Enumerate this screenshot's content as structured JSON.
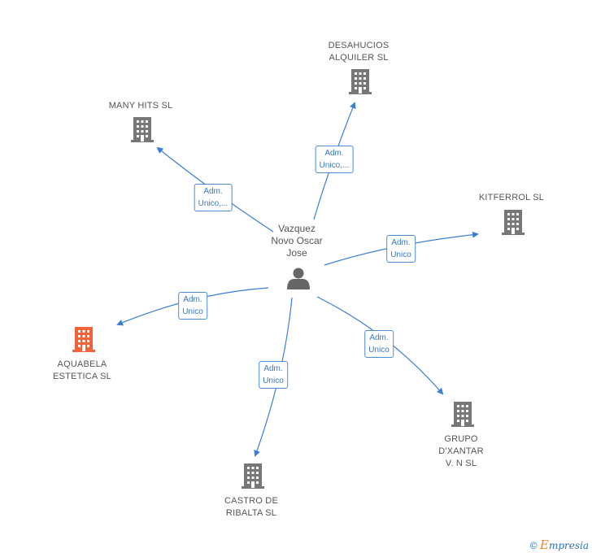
{
  "person": {
    "name": "Vazquez\nNovo Oscar\nJose"
  },
  "companies": [
    {
      "key": "desahucios",
      "name": "DESAHUCIOS\nALQUILER SL",
      "role": "Adm.\nUnico,...",
      "color": "#777777"
    },
    {
      "key": "manyhits",
      "name": "MANY HITS  SL",
      "role": "Adm.\nUnico,...",
      "color": "#777777"
    },
    {
      "key": "kitferrol",
      "name": "KITFERROL  SL",
      "role": "Adm.\nUnico",
      "color": "#777777"
    },
    {
      "key": "aquabela",
      "name": "AQUABELA\nESTETICA  SL",
      "role": "Adm.\nUnico",
      "color": "#f0643a"
    },
    {
      "key": "grupo",
      "name": "GRUPO\nD'XANTAR\nV. N SL",
      "role": "Adm.\nUnico",
      "color": "#777777"
    },
    {
      "key": "castro",
      "name": "CASTRO DE\nRIBALTA  SL",
      "role": "Adm.\nUnico",
      "color": "#777777"
    }
  ],
  "colors": {
    "edge": "#3a7fd5",
    "building": "#777777",
    "highlight": "#f0643a",
    "person": "#666666"
  },
  "watermark": {
    "symbol": "©",
    "e": "E",
    "rest": "mpresia"
  }
}
